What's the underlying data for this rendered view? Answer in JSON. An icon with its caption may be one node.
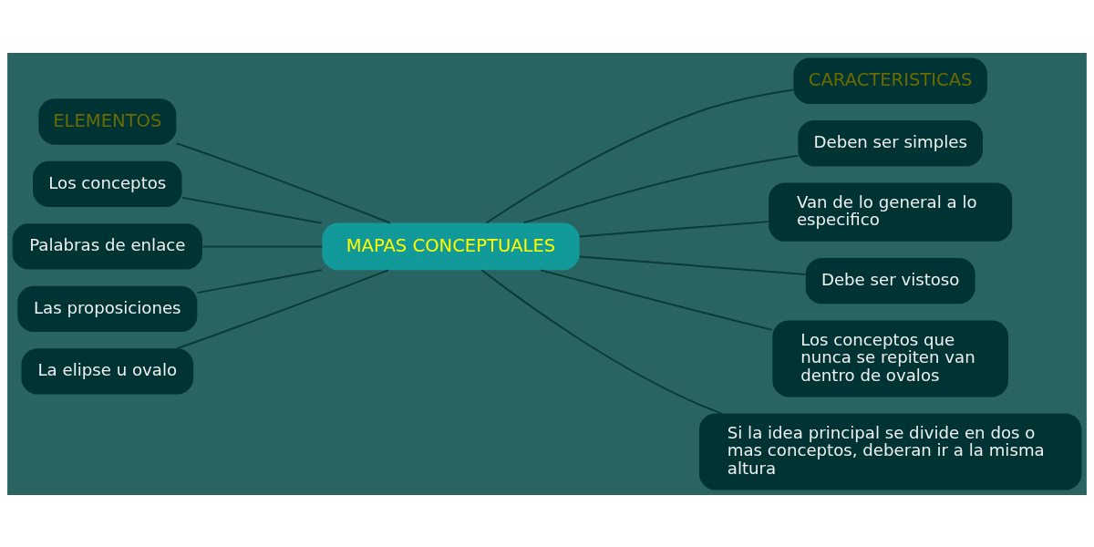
{
  "diagram": {
    "nodes": [
      {
        "text": [
          "MAPAS CONCEPTUALES"
        ]
      },
      {
        "text": [
          "ELEMENTOS"
        ]
      },
      {
        "text": [
          "Los conceptos"
        ]
      },
      {
        "text": [
          "Palabras de enlace"
        ]
      },
      {
        "text": [
          "Las proposiciones"
        ]
      },
      {
        "text": [
          "La elipse u ovalo"
        ]
      },
      {
        "text": [
          "CARACTERISTICAS"
        ]
      },
      {
        "text": [
          "Deben ser simples"
        ]
      },
      {
        "text": [
          "Van de lo general a lo especifico"
        ]
      },
      {
        "text": [
          "Debe ser vistoso"
        ]
      },
      {
        "text": [
          "Los conceptos que nunca se repiten van dentro de ovalos"
        ]
      },
      {
        "text": [
          "Si la idea principal se divide en dos o mas conceptos, deberan ir a la misma altura"
        ]
      }
    ],
    "edges": [
      {
        "from": 1,
        "to": 0,
        "arrow": "none"
      },
      {
        "from": 2,
        "to": 0,
        "arrow": "none"
      },
      {
        "from": 3,
        "to": 0,
        "arrow": "none"
      },
      {
        "from": 4,
        "to": 0,
        "arrow": "none"
      },
      {
        "from": 5,
        "to": 0,
        "arrow": "none"
      },
      {
        "from": 0,
        "to": 6,
        "arrow": "none"
      },
      {
        "from": 0,
        "to": 7,
        "arrow": "none"
      },
      {
        "from": 0,
        "to": 8,
        "arrow": "none"
      },
      {
        "from": 0,
        "to": 9,
        "arrow": "none"
      },
      {
        "from": 0,
        "to": 10,
        "arrow": "none"
      },
      {
        "from": 0,
        "to": 11,
        "arrow": "none"
      }
    ]
  }
}
